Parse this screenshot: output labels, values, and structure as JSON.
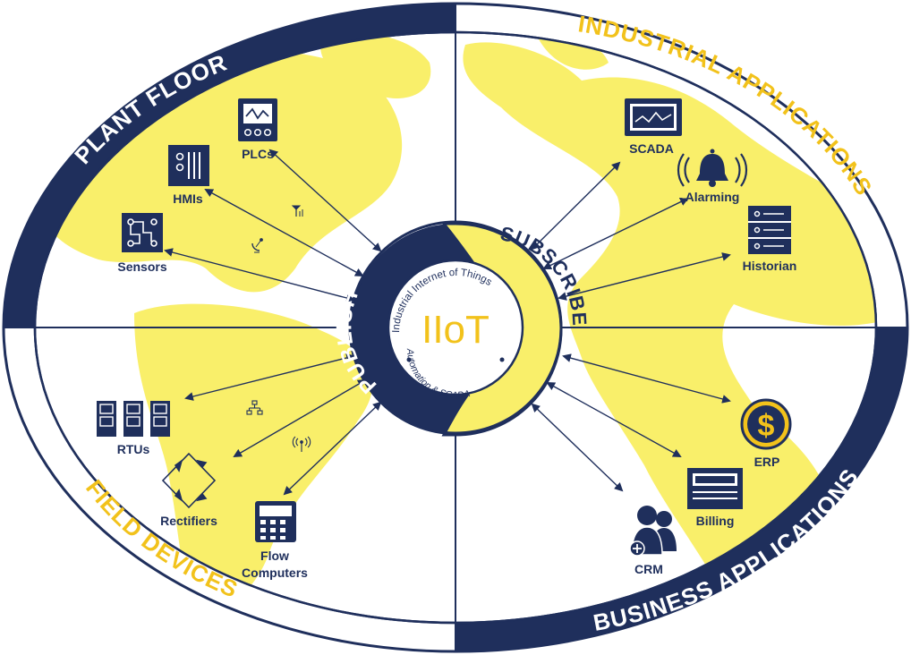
{
  "colors": {
    "navy": "#1f2f5c",
    "yellow": "#f9ef6a",
    "gold": "#f2c21b",
    "white": "#ffffff"
  },
  "sectors": {
    "plant_floor": "PLANT FLOOR",
    "industrial_applications": "INDUSTRIAL APPLICATIONS",
    "field_devices": "FIELD DEVICES",
    "business_applications": "BUSINESS APPLICATIONS"
  },
  "hub": {
    "publish": "PUBLISH",
    "subscribe": "SUBSCRIBE",
    "center": "IIoT",
    "ring_top": "Industrial Internet of Things",
    "ring_bottom": "Automation & SCADA"
  },
  "nodes": {
    "plcs": "PLCs",
    "hmis": "HMIs",
    "sensors": "Sensors",
    "scada": "SCADA",
    "alarming": "Alarming",
    "historian": "Historian",
    "rtus": "RTUs",
    "rectifiers": "Rectifiers",
    "flow_computers_1": "Flow",
    "flow_computers_2": "Computers",
    "erp": "ERP",
    "billing": "Billing",
    "crm": "CRM"
  },
  "icons": {
    "plcs": "plc-icon",
    "hmis": "hmi-icon",
    "sensors": "sensor-circuit-icon",
    "scada": "monitor-chart-icon",
    "alarming": "bell-icon",
    "historian": "server-rack-icon",
    "rtus": "rtu-cabinet-icon",
    "rectifiers": "diode-bridge-icon",
    "flow_computers": "calculator-icon",
    "erp": "dollar-coin-icon",
    "billing": "invoice-icon",
    "crm": "users-add-icon"
  }
}
